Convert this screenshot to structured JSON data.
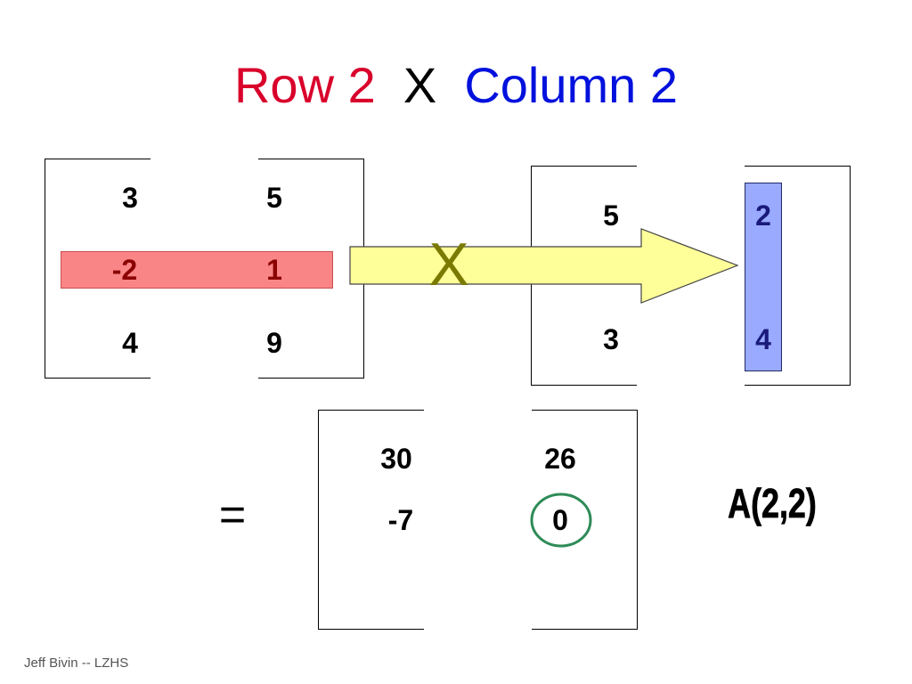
{
  "title": {
    "row_text": "Row 2",
    "times_text": "X",
    "col_text": "Column 2"
  },
  "matrix_a": [
    [
      "3",
      "5"
    ],
    [
      "-2",
      "1"
    ],
    [
      "4",
      "9"
    ]
  ],
  "matrix_b": [
    [
      "5",
      "2"
    ],
    [
      "3",
      "4"
    ]
  ],
  "result": [
    [
      "30",
      "26"
    ],
    [
      "-7",
      "0"
    ]
  ],
  "operator_times": "X",
  "operator_equals": "=",
  "result_label": "A(2,2)",
  "footer": "Jeff Bivin -- LZHS",
  "colors": {
    "row_highlight": "#f98586",
    "col_highlight": "#99aaff",
    "arrow": "#ffff99",
    "circle": "#2e8b57"
  }
}
